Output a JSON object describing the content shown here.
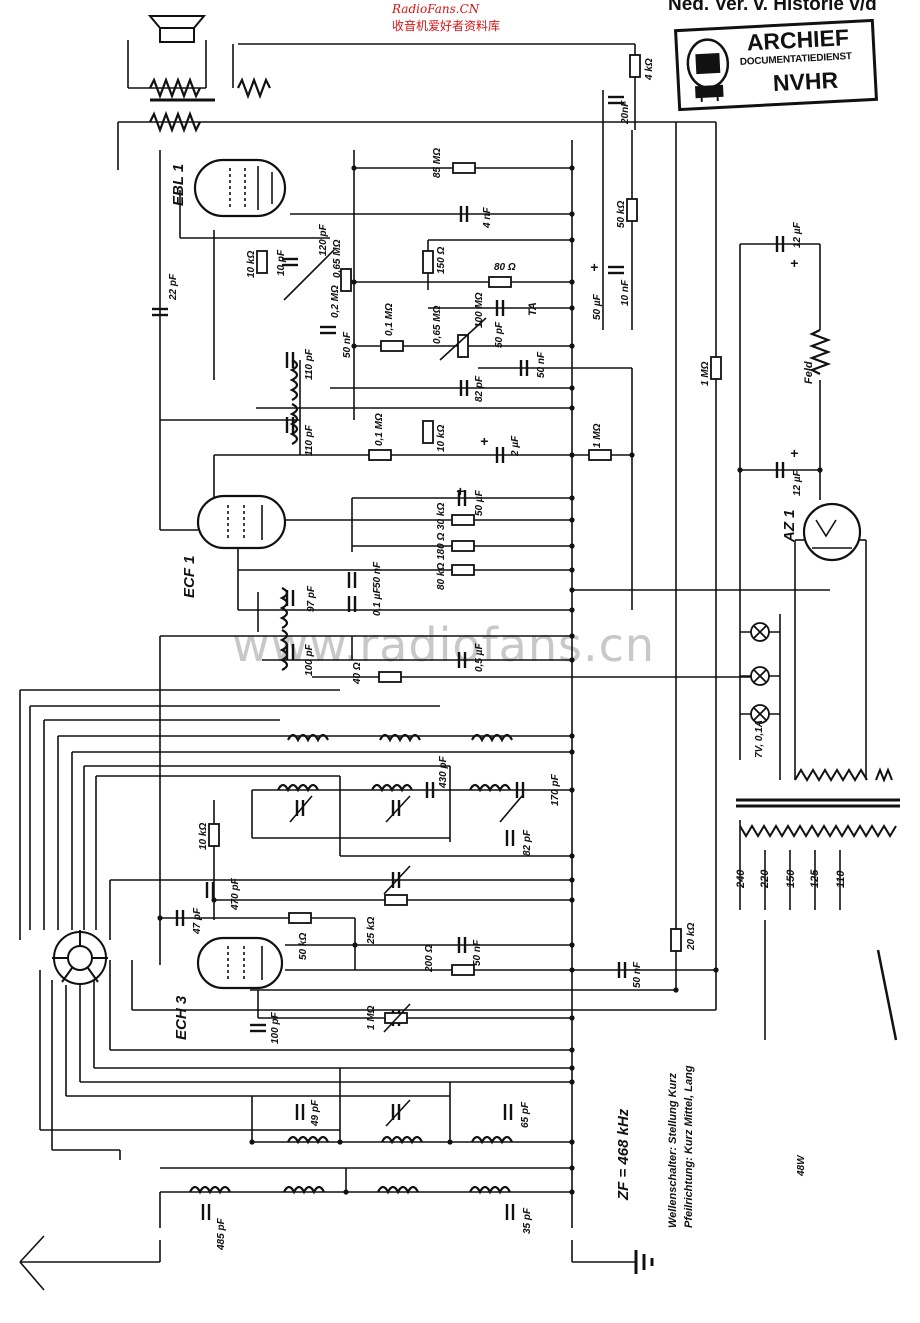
{
  "watermark": {
    "site": "RadioFans.CN",
    "site_cn": "收音机爱好者资料库",
    "faint": "www.radiofans.cn"
  },
  "header_text": "Ned. Ver. v. Historie v/d",
  "stamp": {
    "line1": "ARCHIEF",
    "line2": "DOCUMENTATIEDIENST",
    "line3": "NVHR"
  },
  "tubes": {
    "ebl1": "EBL 1",
    "ecf1": "ECF 1",
    "ech3": "ECH 3",
    "az1": "AZ 1"
  },
  "labels": {
    "zf": "ZF = 468 kHz",
    "switch_1": "Wellenschalter: Stellung Kurz",
    "switch_2": "Pfeilrichtung: Kurz Mittel, Lang",
    "power": "48W",
    "feld": "Feld",
    "ta": "TA",
    "fuse": "7V, 0,1A"
  },
  "mains_taps": [
    "240",
    "220",
    "150",
    "125",
    "110"
  ],
  "components": {
    "r_85m": "85 MΩ",
    "r_4k": "4 kΩ",
    "c_20nf": "20nF",
    "c_4nf": "4 nF",
    "r_50k": "50 kΩ",
    "r_10k_a": "10 kΩ",
    "c_10pf": "10 pF",
    "c_120pf": "120 pF",
    "pot_065": "0,65 MΩ",
    "r_150": "150 Ω",
    "r_80": "80 Ω",
    "c_50uf": "50 µF",
    "c_10nf": "10 nF",
    "c_12uf_a": "12 µF",
    "c_12uf_b": "12 µF",
    "r_02m": "0,2 MΩ",
    "c_50nf_a": "50 nF",
    "r_01m_a": "0,1 MΩ",
    "pot_065b": "0,65 MΩ",
    "r_100m": "100 MΩ",
    "c_50pf": "50 pF",
    "c_110pf_a": "110 pF",
    "c_82pf": "82 pF",
    "c_50nf_b": "50 nF",
    "r_1m_a": "1 MΩ",
    "c_22pf": "22 pF",
    "c_110pf_b": "110 pF",
    "r_01m_b": "0,1 MΩ",
    "r_10k_b": "10 kΩ",
    "c_2uf": "2 µF",
    "r_1m_b": "1 MΩ",
    "r_30k": "30 kΩ",
    "c_50uf_b": "50 µF",
    "r_180": "180 Ω",
    "r_80k": "80 kΩ",
    "c_50nf_c": "50 nF",
    "c_97pf": "97 pF",
    "c_01uf": "0,1 µF",
    "c_100pf_a": "100 pF",
    "c_05uf": "0,5 µF",
    "r_40": "40 Ω",
    "c_430pf": "430 pF",
    "c_170pf": "170 pF",
    "r_10k_c": "10 kΩ",
    "c_82pf_b": "82 pF",
    "c_470pf": "470 pF",
    "r_25k": "25 kΩ",
    "c_47pf": "47 pF",
    "r_50k_b": "50 kΩ",
    "r_200": "200 Ω",
    "c_50nf_d": "50 nF",
    "c_50nf_e": "50 nF",
    "r_20k": "20 kΩ",
    "r_1m_c": "1 MΩ",
    "c_100pf_b": "100 pF",
    "c_49pf": "49 pF",
    "c_65pf": "65 pF",
    "c_485pf": "485 pF",
    "c_35pf": "35 pF"
  }
}
